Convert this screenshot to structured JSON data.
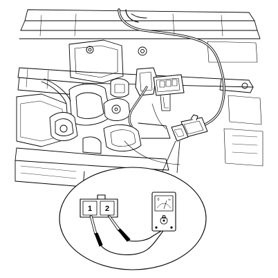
{
  "connector": {
    "pin_1_label": "1",
    "pin_2_label": "2"
  },
  "meter": {
    "range_label": "Ω",
    "scale_marks": [
      "0",
      "∞"
    ]
  },
  "colors": {
    "ink": "#000000",
    "background_engine": "#e8e8e8",
    "probe_red_tip": "#ffffff",
    "paper": "#ffffff"
  }
}
